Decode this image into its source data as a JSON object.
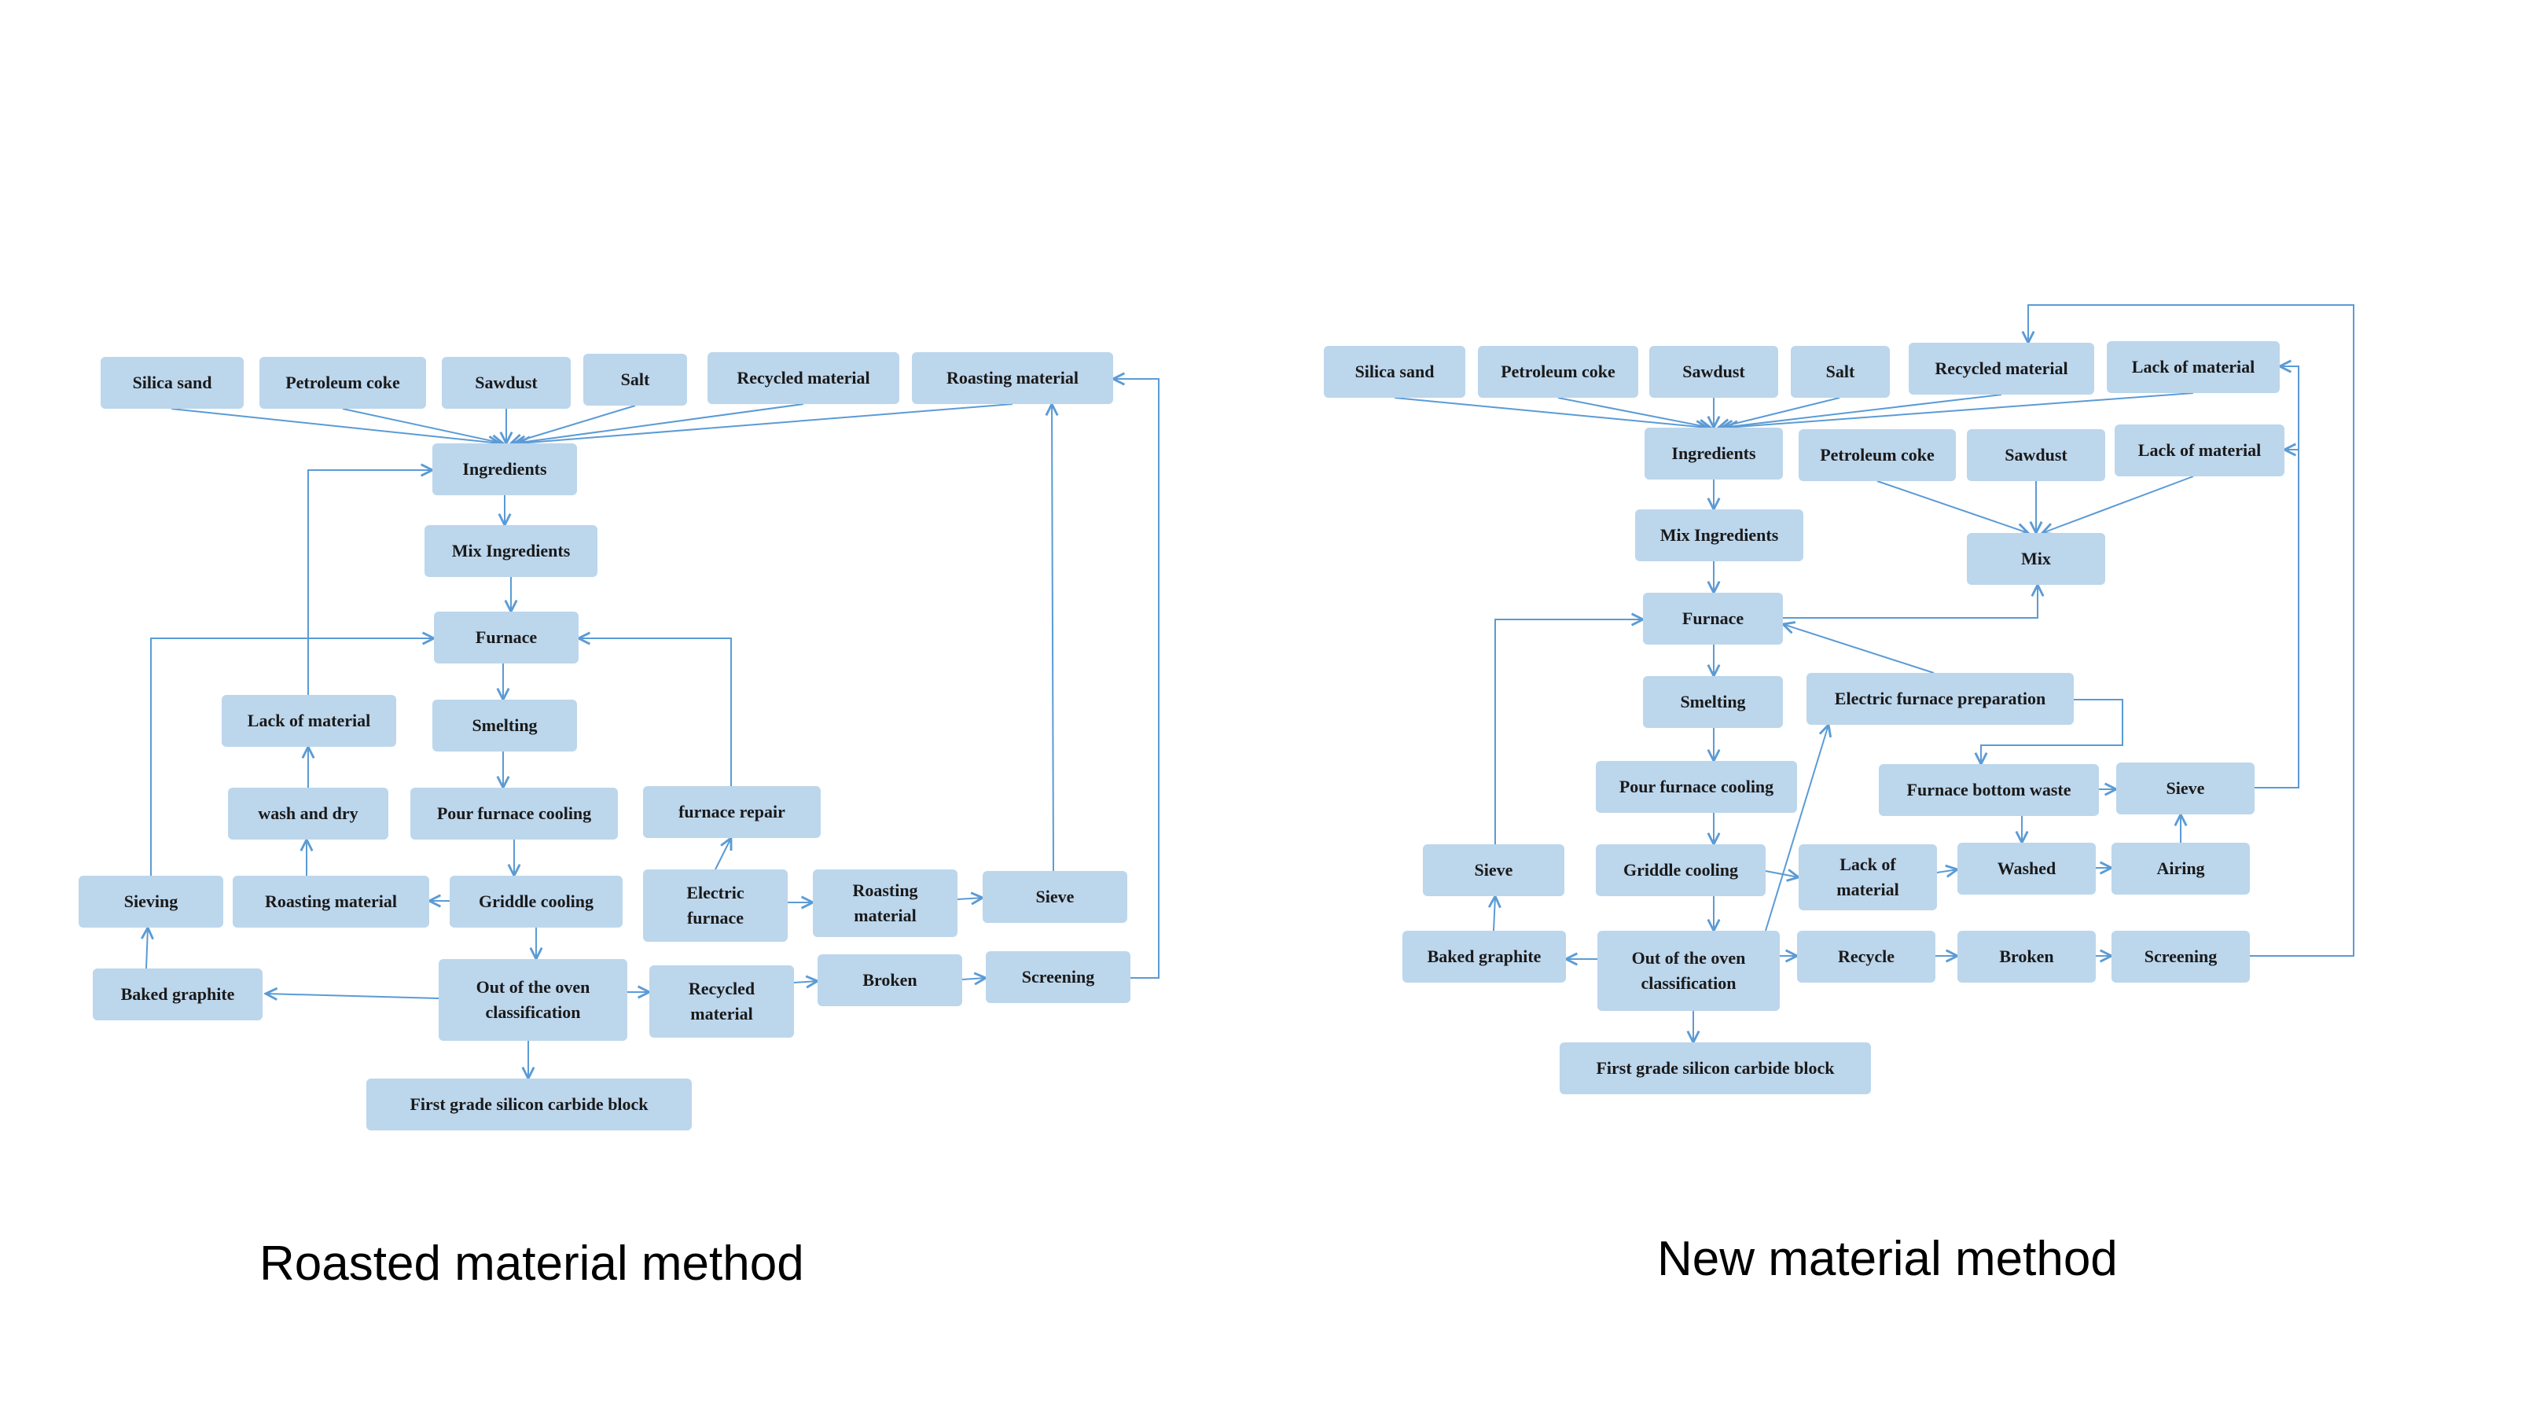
{
  "captions": {
    "left": "Roasted material method",
    "right": "New material method"
  },
  "left_nodes": {
    "silica_sand": "Silica sand",
    "petroleum_coke": "Petroleum coke",
    "sawdust": "Sawdust",
    "salt": "Salt",
    "recycled_material": "Recycled material",
    "roasting_material_top": "Roasting material",
    "ingredients": "Ingredients",
    "mix_ingredients": "Mix Ingredients",
    "furnace": "Furnace",
    "lack_of_material": "Lack of material",
    "smelting": "Smelting",
    "wash_and_dry": "wash and dry",
    "pour_furnace_cooling": "Pour furnace cooling",
    "furnace_repair": "furnace repair",
    "sieving": "Sieving",
    "roasting_material_mid": "Roasting material",
    "griddle_cooling": "Griddle cooling",
    "electric_furnace": "Electric\nfurnace",
    "roasting_material_right": "Roasting\nmaterial",
    "sieve": "Sieve",
    "baked_graphite": "Baked graphite",
    "out_of_oven": "Out of the oven\nclassification",
    "recycled_material_bottom": "Recycled\nmaterial",
    "broken": "Broken",
    "screening": "Screening",
    "first_grade": "First grade silicon carbide block"
  },
  "right_nodes": {
    "silica_sand": "Silica sand",
    "petroleum_coke_top": "Petroleum coke",
    "sawdust_top": "Sawdust",
    "salt": "Salt",
    "recycled_material": "Recycled material",
    "lack_of_material_top": "Lack of material",
    "ingredients": "Ingredients",
    "petroleum_coke_mid": "Petroleum coke",
    "sawdust_mid": "Sawdust",
    "lack_of_material_mid": "Lack of material",
    "mix_ingredients": "Mix Ingredients",
    "mix": "Mix",
    "furnace": "Furnace",
    "smelting": "Smelting",
    "electric_furnace_prep": "Electric furnace preparation",
    "pour_furnace_cooling": "Pour furnace cooling",
    "furnace_bottom_waste": "Furnace bottom waste",
    "sieve_right": "Sieve",
    "sieve_left": "Sieve",
    "griddle_cooling": "Griddle cooling",
    "lack_of_material_low": "Lack of\nmaterial",
    "washed": "Washed",
    "airing": "Airing",
    "baked_graphite": "Baked graphite",
    "out_of_oven": "Out of the oven\nclassification",
    "recycle": "Recycle",
    "broken": "Broken",
    "screening": "Screening",
    "first_grade": "First grade silicon carbide block"
  },
  "colors": {
    "node_fill": "#bcd6ec",
    "edge": "#5b9bd5",
    "text": "#1a1a1a"
  }
}
